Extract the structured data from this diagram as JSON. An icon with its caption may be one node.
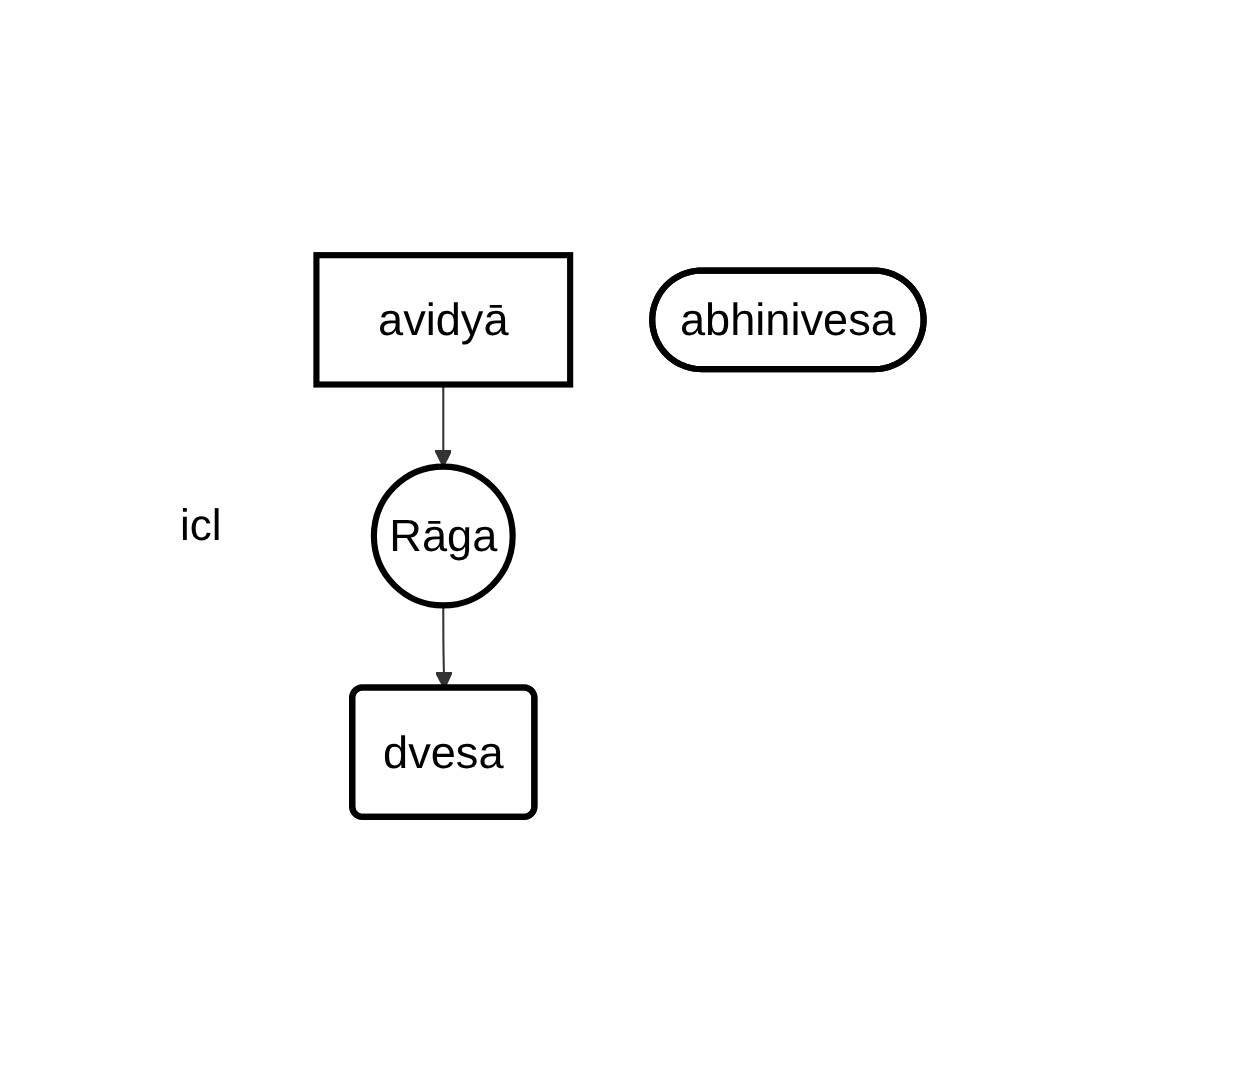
{
  "diagram": {
    "nodes": [
      {
        "text": [
          "avidyā"
        ]
      },
      {
        "text": [
          "Rāga"
        ]
      },
      {
        "text": [
          "dvesa"
        ]
      },
      {
        "text": [
          "abhinivesa"
        ]
      }
    ],
    "edges": [
      {
        "from": 0,
        "to": 1,
        "arrow": "to"
      },
      {
        "from": 1,
        "to": 2,
        "arrow": "to"
      }
    ],
    "labels": [
      "icl"
    ]
  }
}
